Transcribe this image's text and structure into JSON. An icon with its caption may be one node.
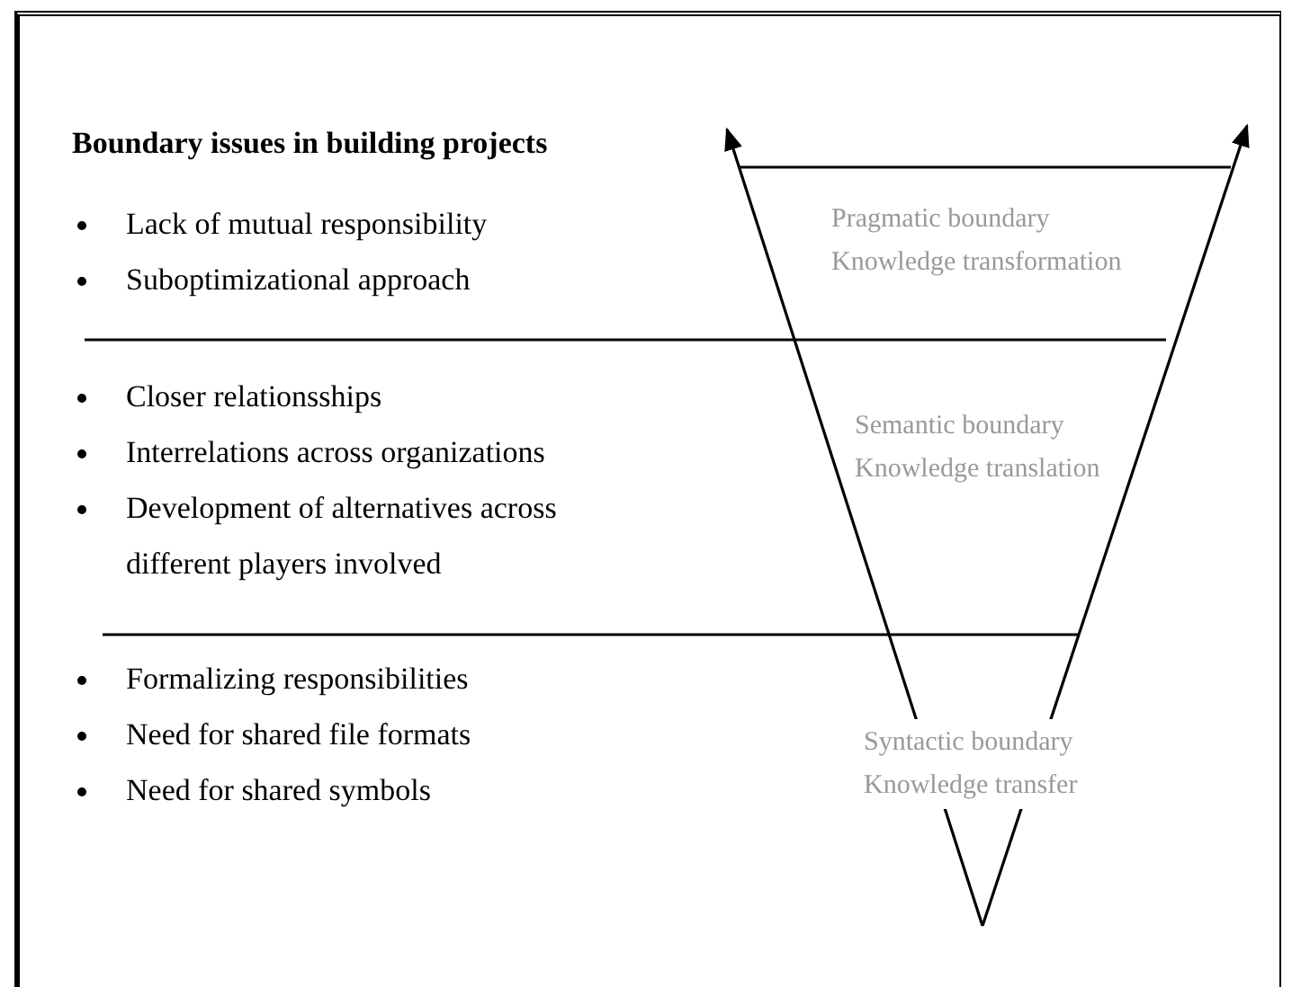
{
  "diagram": {
    "title": "Boundary issues in building projects",
    "labels": [
      "Lack of mutual responsibility",
      "Suboptimizational approach",
      "Pragmatic boundary",
      "Knowledge transformation",
      "Closer relationsships",
      "Interrelations across organizations",
      "Development of alternatives across different players involved",
      "Semantic boundary",
      "Knowledge translation",
      "Formalizing responsibilities",
      "Need for shared file formats",
      "Need for shared symbols",
      "Syntactic boundary",
      "Knowledge transfer"
    ]
  }
}
